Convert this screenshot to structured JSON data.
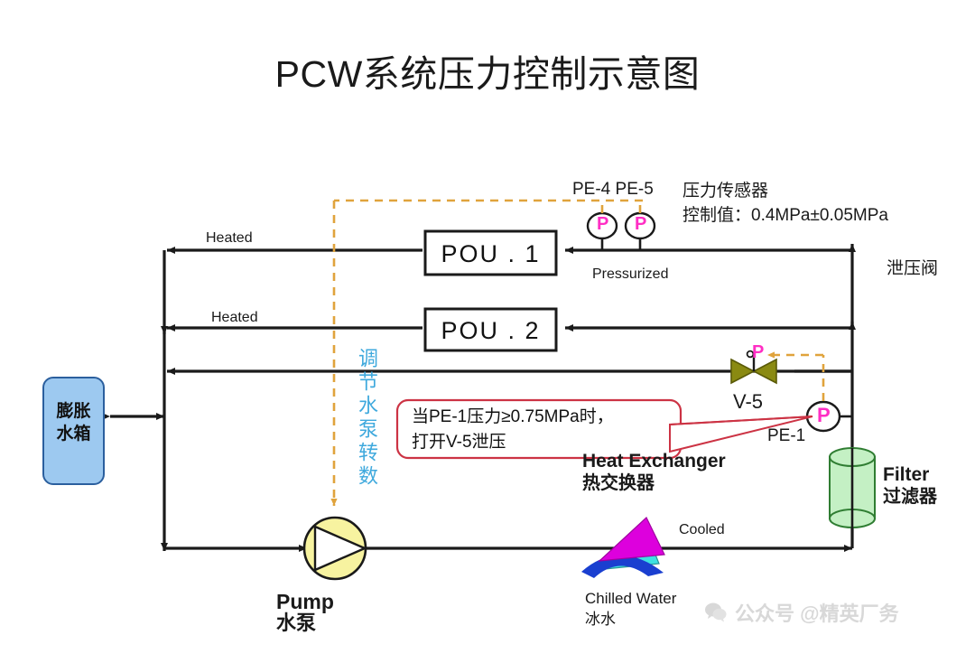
{
  "title": "PCW系统压力控制示意图",
  "boxes": {
    "pou1": "POU . 1",
    "pou2": "POU . 2",
    "tank_line1": "膨胀",
    "tank_line2": "水箱"
  },
  "sensors": {
    "pe45_label": "PE-4 PE-5",
    "pe1_label": "PE-1",
    "sensor_title": "压力传感器",
    "sensor_value": "控制值：0.4MPa±0.05MPa",
    "p_glyph": "P"
  },
  "valves": {
    "v5_label": "V-5",
    "relief_label": "泄压阀"
  },
  "flow_labels": {
    "heated_1": "Heated",
    "heated_2": "Heated",
    "pressurized": "Pressurized",
    "cooled": "Cooled"
  },
  "equipment": {
    "pump_en": "Pump",
    "pump_cn": "水泵",
    "heat_exchanger_en": "Heat Exchanger",
    "heat_exchanger_cn": "热交换器",
    "filter_en": "Filter",
    "filter_cn": "过滤器",
    "chilled_en": "Chilled Water",
    "chilled_cn": "冰水"
  },
  "annotations": {
    "pump_vertical": "调节水泵转数",
    "callout": "当PE-1压力≥0.75MPa时，\n打开V-5泄压"
  },
  "watermark": {
    "text": "公众号 @精英厂务"
  },
  "colors": {
    "pipe": "#1a1a1a",
    "control_dashed": "#e0a33c",
    "sensor_p": "#ff2ec4",
    "tank_fill": "#9dc9f0",
    "tank_stroke": "#2b5f9e",
    "pump_fill": "#f7f3a0",
    "valve_fill": "#8a8a12",
    "filter_fill": "#c4f0c4",
    "filter_stroke": "#2f7d32",
    "callout_stroke": "#cc3344",
    "vertical_text": "#3fa9dd",
    "chiller_magenta": "#dd00dd",
    "chiller_cyan": "#33e0e0",
    "chiller_blue": "#1a3fd0"
  }
}
